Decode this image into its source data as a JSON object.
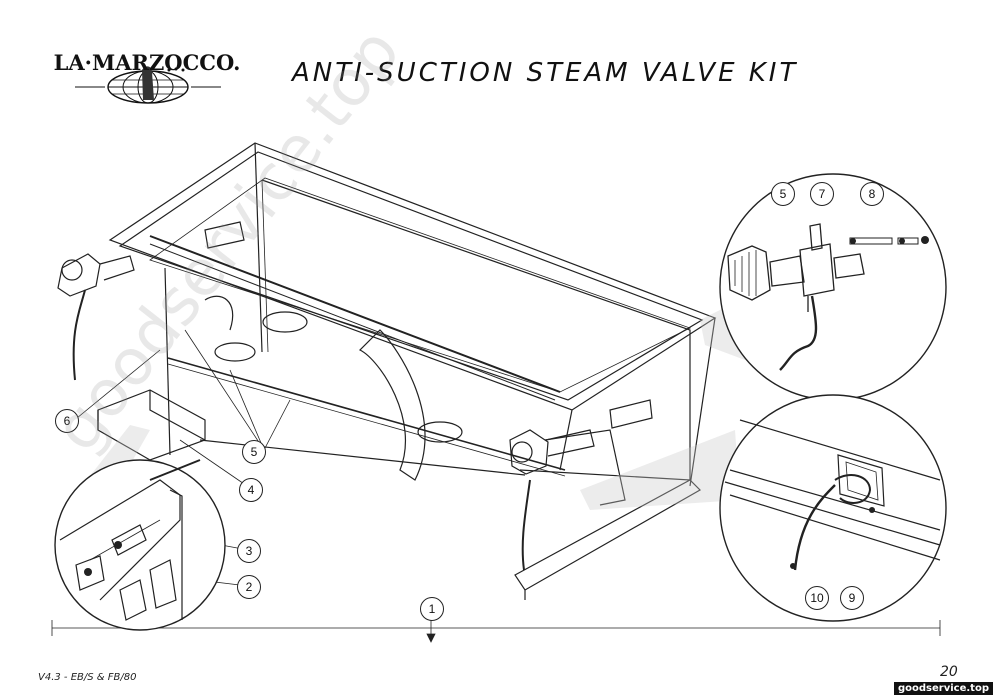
{
  "header": {
    "brand": "LA·MARZOCCO.",
    "title": "ANTI-SUCTION STEAM VALVE KIT"
  },
  "callouts": {
    "c1": "1",
    "c2": "2",
    "c3": "3",
    "c4": "4",
    "c5": "5",
    "c5b": "5",
    "c6": "6",
    "c7": "7",
    "c8": "8",
    "c9": "9",
    "c10": "10"
  },
  "footer": {
    "model_ref": "V4.3 - EB/S & FB/80",
    "page_number": "20"
  },
  "watermark": {
    "text": "goodservice.top",
    "site_tag": "goodservice.top"
  }
}
